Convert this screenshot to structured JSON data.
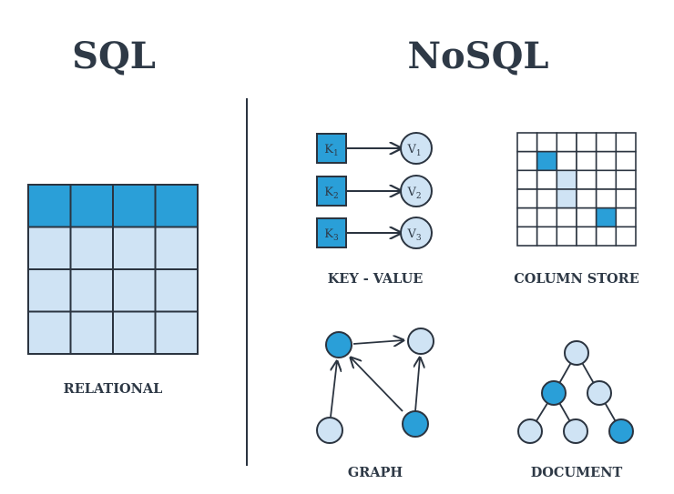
{
  "headings": {
    "sql": "SQL",
    "nosql": "NoSQL"
  },
  "labels": {
    "relational": "RELATIONAL",
    "key_value": "KEY - VALUE",
    "column_store": "COLUMN STORE",
    "graph": "GRAPH",
    "document": "DOCUMENT"
  },
  "key_value_pairs": [
    {
      "key": "K",
      "key_num": "1",
      "value": "V",
      "value_num": "1"
    },
    {
      "key": "K",
      "key_num": "2",
      "value": "V",
      "value_num": "2"
    },
    {
      "key": "K",
      "key_num": "3",
      "value": "V",
      "value_num": "3"
    }
  ],
  "relational_table": {
    "rows": 4,
    "cols": 4,
    "header_rows": 1
  },
  "column_store_grid": {
    "rows": 6,
    "cols": 6,
    "dark_cells": [
      [
        1,
        1
      ],
      [
        4,
        4
      ]
    ],
    "light_cells": [
      [
        2,
        2
      ],
      [
        3,
        2
      ]
    ]
  },
  "colors": {
    "dark": "#2b3440",
    "accent": "#2a9fd8",
    "light": "#cfe3f4",
    "divider": "#2b3440",
    "background": "#ffffff"
  }
}
